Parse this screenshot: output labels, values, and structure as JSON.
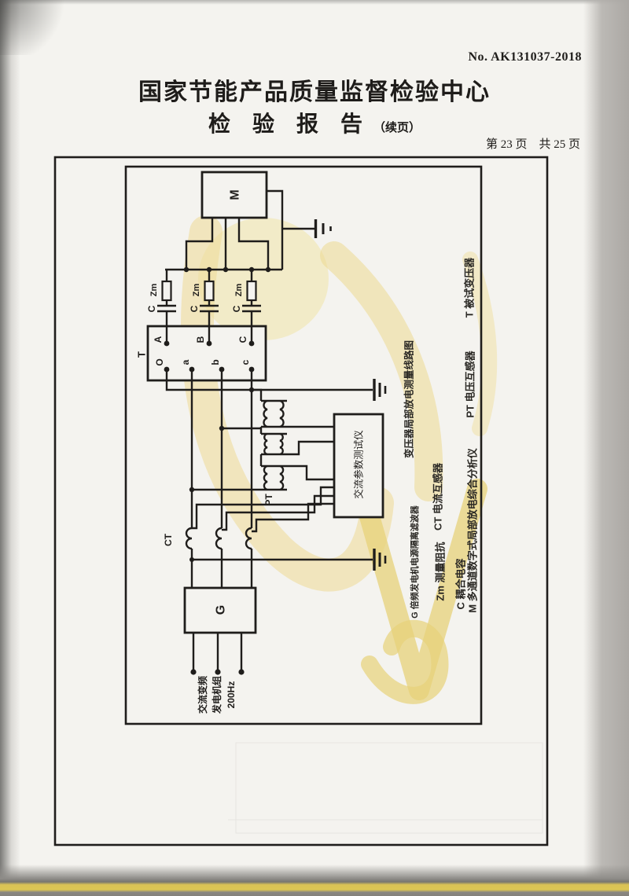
{
  "header": {
    "report_no": "No. AK131037-2018",
    "org_title": "国家节能产品质量监督检验中心",
    "report_title": "检验报告",
    "report_title_suffix": "（续页）",
    "page_indicator": "第 23 页　共 25 页"
  },
  "diagram": {
    "title": "变压器局部放电测量线路图",
    "labels": {
      "m": "M",
      "t": "T",
      "g": "G",
      "pt": "PT",
      "ct": "CT",
      "zm": "Zm",
      "c": "C",
      "tester": "交流参数测试仪",
      "t_top_terminals": [
        "A",
        "B",
        "C"
      ],
      "t_bottom_terminals": [
        "O",
        "a",
        "b",
        "c"
      ],
      "source_lines": [
        "交流变频",
        "发电机组",
        "200Hz"
      ]
    },
    "legend": [
      "T 被试变压器",
      "PT 电压互感器",
      "CT 电流互感器",
      "M 多通道数字式局部放电综合分析仪",
      "Zm 测量阻抗",
      "C 耦合电容",
      "G 倍频发电机电源隔离滤波器"
    ],
    "colors": {
      "line": "#1f1d1b",
      "watermark": "#eedc9b",
      "paper": "#f4f3ef"
    }
  }
}
